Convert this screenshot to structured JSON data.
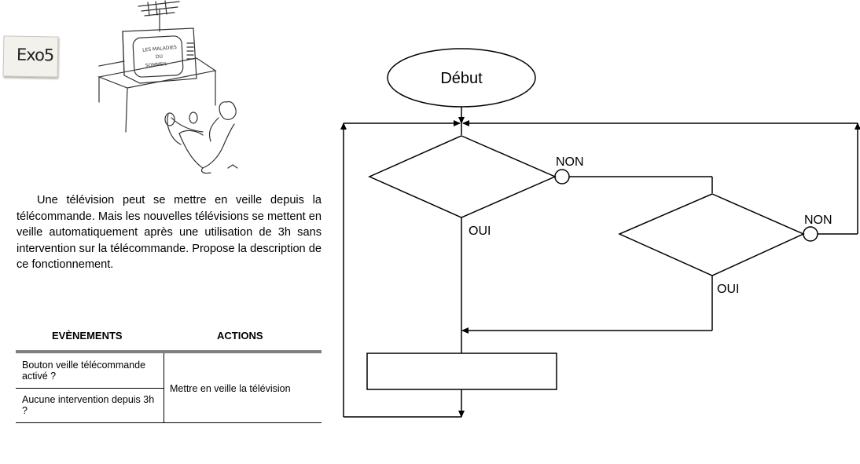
{
  "exercise": {
    "tag": "Exo5"
  },
  "illustration": {
    "tv_screen_text": [
      "LES MALADIES",
      "DU",
      "SOMMEIL"
    ]
  },
  "statement": {
    "text": "Une télévision peut se mettre en veille depuis la télécommande. Mais les nouvelles télévisions se mettent en veille automatiquement après une utilisation de 3h sans intervention sur la télécommande. Propose la description de ce fonctionnement."
  },
  "table": {
    "headers": {
      "events": "EVÈNEMENTS",
      "actions": "ACTIONS"
    },
    "events": [
      "Bouton veille télécommande activé ?",
      "Aucune intervention depuis 3h ?"
    ],
    "action": "Mettre en veille la télévision"
  },
  "flowchart": {
    "start": "Début",
    "no_label_1": "NON",
    "yes_label_1": "OUI",
    "no_label_2": "NON",
    "yes_label_2": "OUI"
  }
}
